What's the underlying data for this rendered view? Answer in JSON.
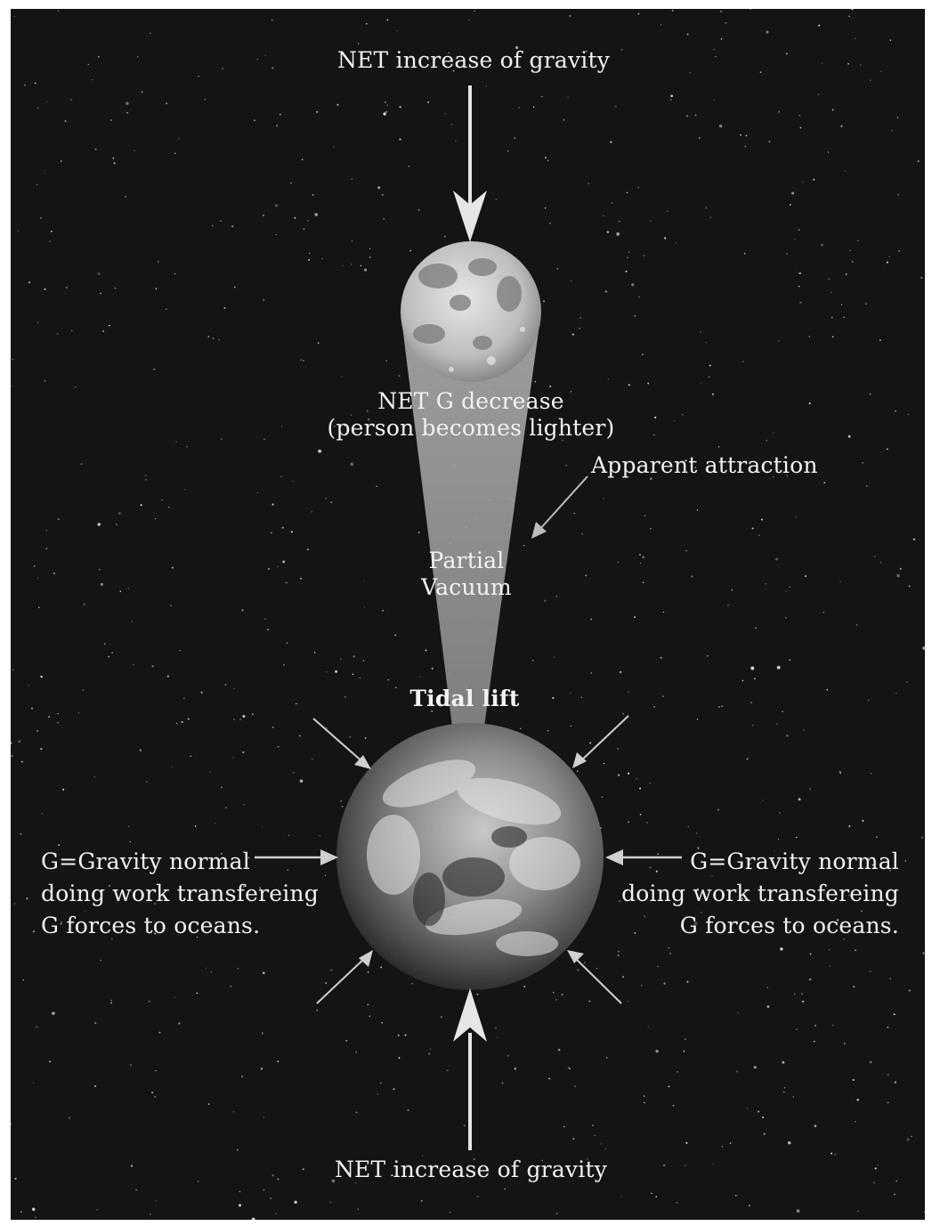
{
  "labels": {
    "top_net": "NET increase of gravity",
    "moon_decrease_line1": "NET G decrease",
    "moon_decrease_line2": "(person becomes lighter)",
    "apparent_attraction": "Apparent  attraction",
    "partial_line1": "Partial",
    "partial_line2": "Vacuum",
    "tidal_lift": "Tidal lift",
    "left_line1": "G=Gravity normal",
    "left_line2": "doing work transfereing",
    "left_line3": "G forces to oceans.",
    "right_line1": "G=Gravity normal",
    "right_line2": "doing work transfereing",
    "right_line3": "G forces to oceans.",
    "bottom_net": "NET increase of gravity"
  },
  "colors": {
    "background": "#141414",
    "text": "#f2f2f2",
    "arrow": "#d8d8d8",
    "beam": "#9a9a9a"
  }
}
